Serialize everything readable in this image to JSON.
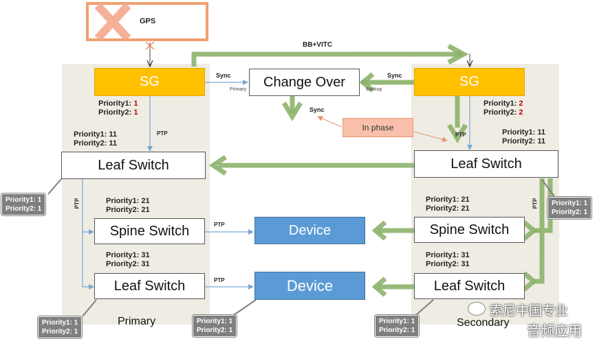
{
  "gps": {
    "label": "GPS"
  },
  "sg": {
    "primary": "SG",
    "secondary": "SG"
  },
  "change_over": {
    "label": "Change Over",
    "primary": "Primary",
    "backup": "Backup"
  },
  "link_labels": {
    "bb_vitc": "BB+VITC",
    "sync_left": "Sync",
    "sync_right": "Sync",
    "sync_down": "Sync",
    "ptp": "PTP"
  },
  "in_phase": "In phase",
  "switches": {
    "leaf_top_left": "Leaf Switch",
    "leaf_top_right": "Leaf Switch",
    "spine_left": "Spine Switch",
    "spine_right": "Spine Switch",
    "leaf_bottom_left": "Leaf Switch",
    "leaf_bottom_right": "Leaf Switch"
  },
  "devices": {
    "top": "Device",
    "bottom": "Device"
  },
  "priorities": {
    "sg_left": {
      "p1_label": "Priority1: ",
      "p1": "1",
      "p2_label": "Priority2: ",
      "p2": "1"
    },
    "sg_right": {
      "p1_label": "Priority1: ",
      "p1": "2",
      "p2_label": "Priority2: ",
      "p2": "2"
    },
    "leaf_left": {
      "p1": "Priority1: 11",
      "p2": "Priority2: 11"
    },
    "leaf_right": {
      "p1": "Priority1: 11",
      "p2": "Priority2: 11"
    },
    "spine_left": {
      "p1": "Priority1: 21",
      "p2": "Priority2: 21"
    },
    "spine_right": {
      "p1": "Priority1: 21",
      "p2": "Priority2: 21"
    },
    "leafb_left": {
      "p1": "Priority1: 31",
      "p2": "Priority2: 31"
    },
    "leafb_right": {
      "p1": "Priority1: 31",
      "p2": "Priority2: 31"
    }
  },
  "callouts": {
    "left_leaf": {
      "p1": "Priority1: 1",
      "p2": "Priority2: 1"
    },
    "right_leaf": {
      "p1": "Priority1: 1",
      "p2": "Priority2: 1"
    },
    "bottom_left": {
      "p1": "Priority1: 1",
      "p2": "Priority2: 1"
    },
    "bottom_mid": {
      "p1": "Priority1: 1",
      "p2": "Priority2: 1"
    },
    "bottom_right": {
      "p1": "Priority1: 1",
      "p2": "Priority2: 1"
    }
  },
  "zones": {
    "primary": "Primary",
    "secondary": "Secondary"
  },
  "watermark": {
    "line1": "索尼中国专业",
    "line2": "音频应用"
  },
  "colors": {
    "sg": "#ffc000",
    "device": "#5b9bd5",
    "green_arrow": "#8db36b",
    "blue_line": "#7aa6d8",
    "in_phase": "#f8c0aa",
    "red_value": "#c00000"
  }
}
